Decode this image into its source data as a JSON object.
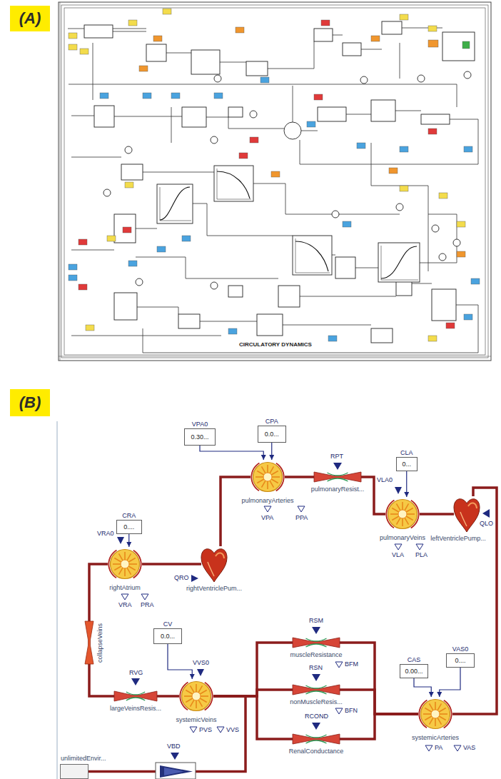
{
  "diagram": {
    "nodes": [
      {
        "text": [
          "(A)"
        ]
      },
      {
        "text": [
          "(B)"
        ]
      },
      {
        "text": [
          "VPA0",
          "0.30..."
        ]
      },
      {
        "text": [
          "CPA",
          "0.0..."
        ]
      },
      {
        "text": [
          "pulmonaryArteries"
        ]
      },
      {
        "text": [
          "pulmonaryResist..."
        ]
      },
      {
        "text": [
          "CLA",
          "0..."
        ]
      },
      {
        "text": [
          "CRA",
          "0...."
        ]
      },
      {
        "text": [
          "pulmonaryVeins"
        ]
      },
      {
        "text": [
          "leftVentriclePump..."
        ]
      },
      {
        "text": [
          "rightAtrium"
        ]
      },
      {
        "text": [
          "rightVentriclePum..."
        ]
      },
      {
        "text": [
          "collapseVeins"
        ]
      },
      {
        "text": [
          "CV",
          "0.0..."
        ]
      },
      {
        "text": [
          "muscleResistance"
        ]
      },
      {
        "text": [
          "CAS",
          "0.00..."
        ]
      },
      {
        "text": [
          "VAS0",
          "0...."
        ]
      },
      {
        "text": [
          "nonMuscleResis..."
        ]
      },
      {
        "text": [
          "systemicVeins"
        ]
      },
      {
        "text": [
          "largeVeinsResis..."
        ]
      },
      {
        "text": [
          "systemicArteries"
        ]
      },
      {
        "text": [
          "RenalConductance"
        ]
      },
      {
        "text": [
          "unlimitedEnvir..."
        ]
      }
    ],
    "edges": [
      {
        "from": 10,
        "to": 11,
        "arrow": "none"
      },
      {
        "from": 11,
        "to": 4,
        "arrow": "none"
      },
      {
        "from": 4,
        "to": 5,
        "arrow": "none"
      },
      {
        "from": 5,
        "to": 8,
        "arrow": "none"
      },
      {
        "from": 8,
        "to": 9,
        "arrow": "none"
      },
      {
        "from": 9,
        "to": 20,
        "arrow": "none"
      },
      {
        "from": 20,
        "to": 14,
        "arrow": "none"
      },
      {
        "from": 20,
        "to": 17,
        "arrow": "none"
      },
      {
        "from": 20,
        "to": 21,
        "arrow": "none"
      },
      {
        "from": 14,
        "to": 18,
        "arrow": "none"
      },
      {
        "from": 17,
        "to": 18,
        "arrow": "none"
      },
      {
        "from": 21,
        "to": 18,
        "arrow": "none"
      },
      {
        "from": 18,
        "to": 19,
        "arrow": "none"
      },
      {
        "from": 19,
        "to": 12,
        "arrow": "none"
      },
      {
        "from": 12,
        "to": 10,
        "arrow": "none"
      },
      {
        "from": 22,
        "to": 18,
        "arrow": "none"
      },
      {
        "from": 2,
        "to": 4,
        "arrow": "to"
      },
      {
        "from": 3,
        "to": 4,
        "arrow": "to"
      },
      {
        "from": 6,
        "to": 8,
        "arrow": "to"
      },
      {
        "from": 7,
        "to": 10,
        "arrow": "to"
      },
      {
        "from": 13,
        "to": 18,
        "arrow": "to"
      },
      {
        "from": 15,
        "to": 20,
        "arrow": "to"
      },
      {
        "from": 16,
        "to": 20,
        "arrow": "to"
      }
    ],
    "labels": [
      "CIRCULATORY DYNAMICS",
      "RPT",
      "VPA",
      "PPA",
      "VLA0",
      "QLO",
      "VRA0",
      "QRO",
      "VLA",
      "PLA",
      "VRA",
      "PRA",
      "RSM",
      "VVS0",
      "BFM",
      "RSN",
      "RVG",
      "BFN",
      "RCOND",
      "PVS",
      "VVS",
      "VAS",
      "PA",
      "VBD"
    ]
  }
}
